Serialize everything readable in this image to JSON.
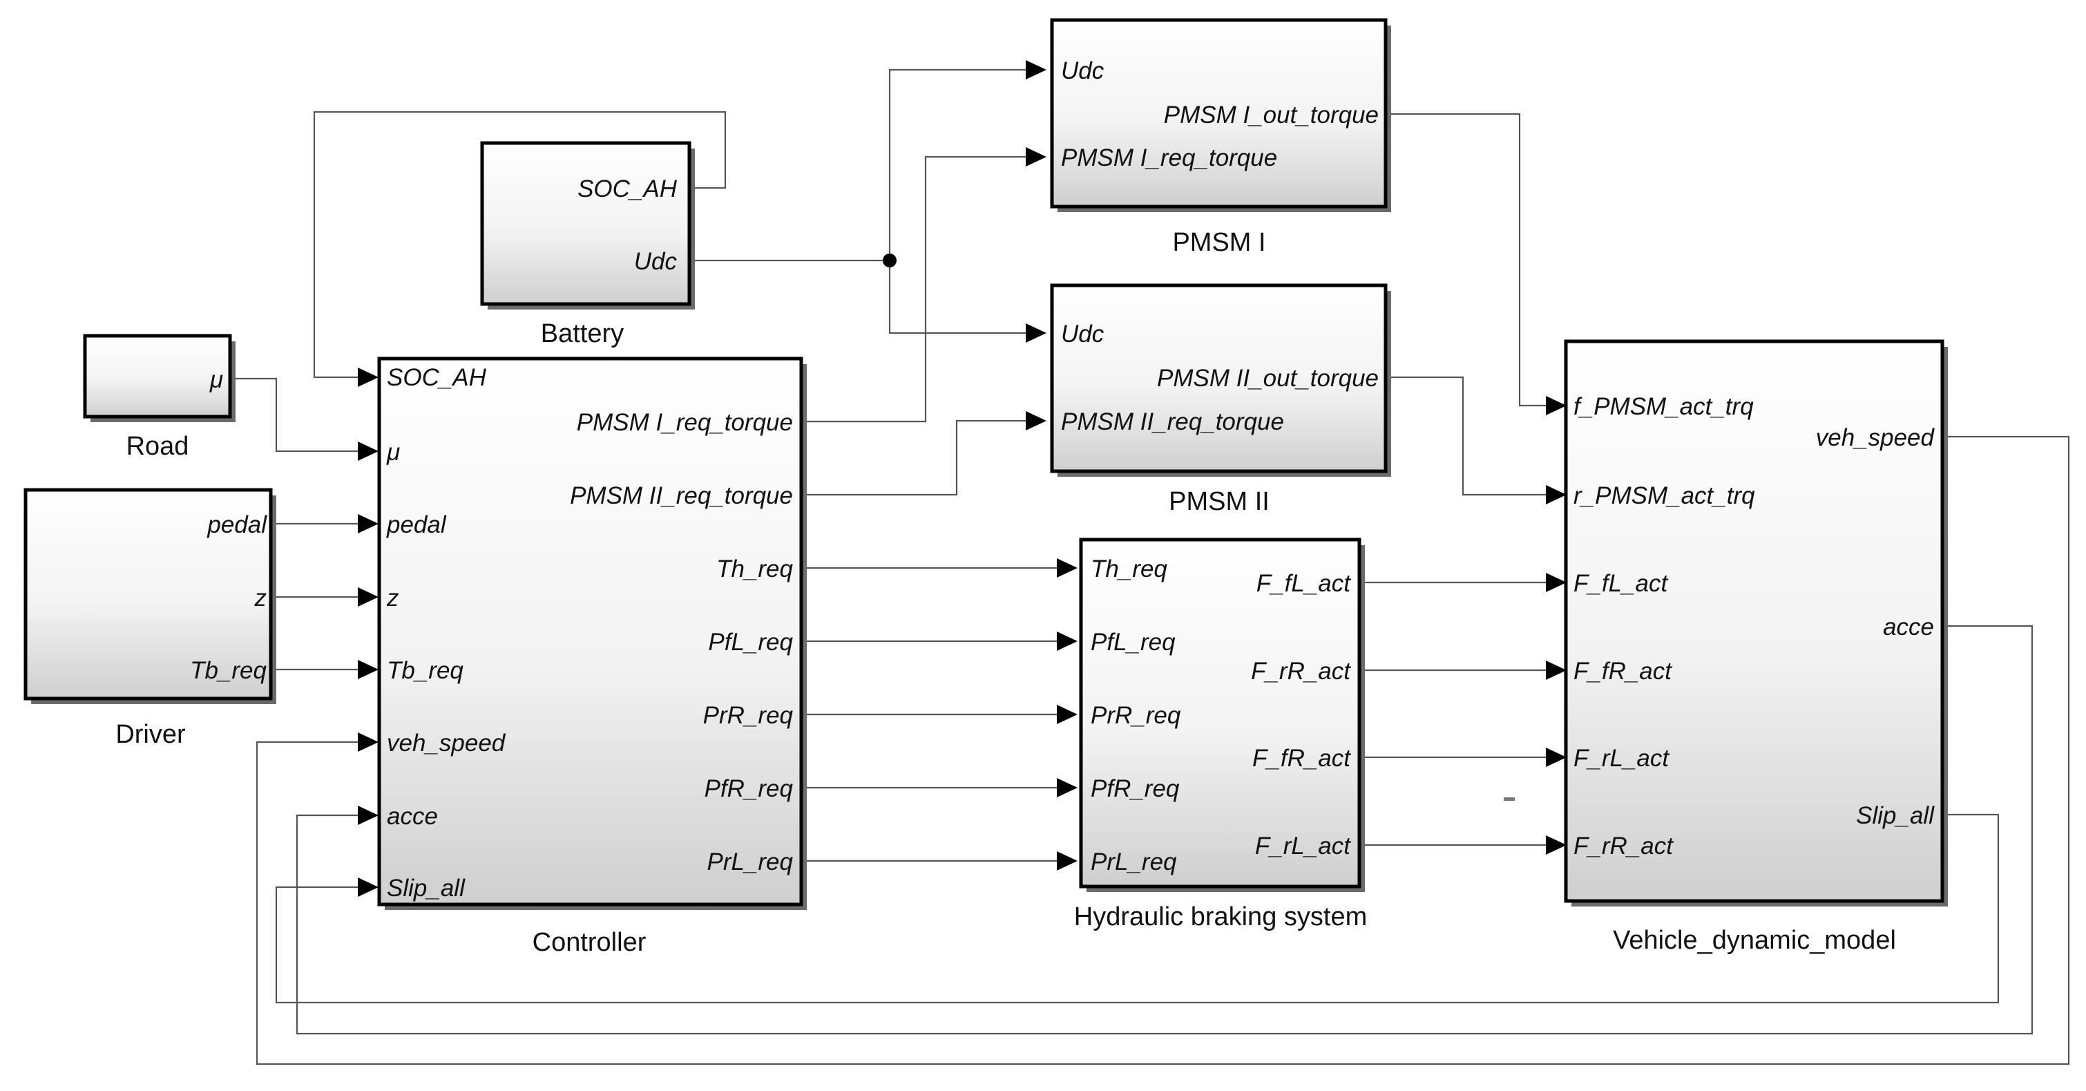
{
  "blocks": {
    "battery": {
      "title": "Battery",
      "out": [
        "SOC_AH",
        "Udc"
      ]
    },
    "road": {
      "title": "Road",
      "out": [
        "μ"
      ]
    },
    "driver": {
      "title": "Driver",
      "out": [
        "pedal",
        "z",
        "Tb_req"
      ]
    },
    "controller": {
      "title": "Controller",
      "in": [
        "SOC_AH",
        "μ",
        "pedal",
        "z",
        "Tb_req",
        "veh_speed",
        "acce",
        "Slip_all"
      ],
      "out": [
        "PMSM I_req_torque",
        "PMSM II_req_torque",
        "Th_req",
        "PfL_req",
        "PrR_req",
        "PfR_req",
        "PrL_req"
      ]
    },
    "pmsm1": {
      "title": "PMSM I",
      "in": [
        "Udc",
        "PMSM I_req_torque"
      ],
      "out": [
        "PMSM I_out_torque"
      ]
    },
    "pmsm2": {
      "title": "PMSM II",
      "in": [
        "Udc",
        "PMSM II_req_torque"
      ],
      "out": [
        "PMSM II_out_torque"
      ]
    },
    "hydraulic": {
      "title": "Hydraulic braking system",
      "in": [
        "Th_req",
        "PfL_req",
        "PrR_req",
        "PfR_req",
        "PrL_req"
      ],
      "out": [
        "F_fL_act",
        "F_rR_act",
        "F_fR_act",
        "F_rL_act"
      ]
    },
    "vehicle": {
      "title": "Vehicle_dynamic_model",
      "in": [
        "f_PMSM_act_trq",
        "r_PMSM_act_trq",
        "F_fL_act",
        "F_fR_act",
        "F_rL_act",
        "F_rR_act"
      ],
      "out": [
        "veh_speed",
        "acce",
        "Slip_all"
      ]
    }
  }
}
